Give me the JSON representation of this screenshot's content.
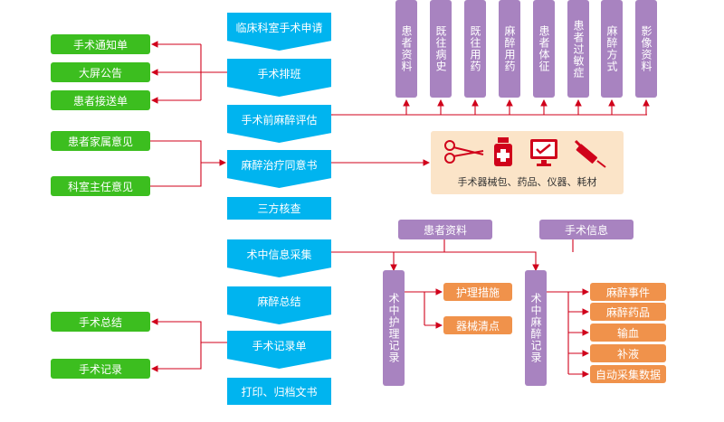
{
  "flow_steps": [
    {
      "label": "临床科室手术申请"
    },
    {
      "label": "手术排班"
    },
    {
      "label": "手术前麻醉评估"
    },
    {
      "label": "麻醉治疗同意书"
    },
    {
      "label": "三方核查"
    },
    {
      "label": "术中信息采集"
    },
    {
      "label": "麻醉总结"
    },
    {
      "label": "手术记录单"
    },
    {
      "label": "打印、归档文书"
    }
  ],
  "left_outputs": [
    {
      "label": "手术通知单"
    },
    {
      "label": "大屏公告"
    },
    {
      "label": "患者接送单"
    },
    {
      "label": "患者家属意见"
    },
    {
      "label": "科室主任意见"
    },
    {
      "label": "手术总结"
    },
    {
      "label": "手术记录"
    }
  ],
  "assessment_inputs": [
    {
      "label": "患者资料"
    },
    {
      "label": "既往病史"
    },
    {
      "label": "既往用药"
    },
    {
      "label": "麻醉用药"
    },
    {
      "label": "患者体征"
    },
    {
      "label": "患者过敏症"
    },
    {
      "label": "麻醉方式"
    },
    {
      "label": "影像资料"
    }
  ],
  "tools_panel": {
    "label": "手术器械包、药品、仪器、耗材",
    "icons": [
      "scissors-icon",
      "medicine-bottle-icon",
      "monitor-icon",
      "syringe-icon"
    ]
  },
  "intraop": {
    "patient_info": "患者资料",
    "surgery_info": "手术信息",
    "nursing_record": "术中护理记录",
    "nursing_items": [
      "护理措施",
      "器械清点"
    ],
    "anesthesia_record": "术中麻醉记录",
    "anesthesia_items": [
      "麻醉事件",
      "麻醉药品",
      "输血",
      "补液",
      "自动采集数据"
    ]
  },
  "colors": {
    "flow_blue": "#00b4ef",
    "green": "#3cbe1f",
    "purple": "#a883c0",
    "orange": "#f0924b",
    "connector_red": "#d0021b",
    "tools_bg": "#fbe4c8"
  }
}
